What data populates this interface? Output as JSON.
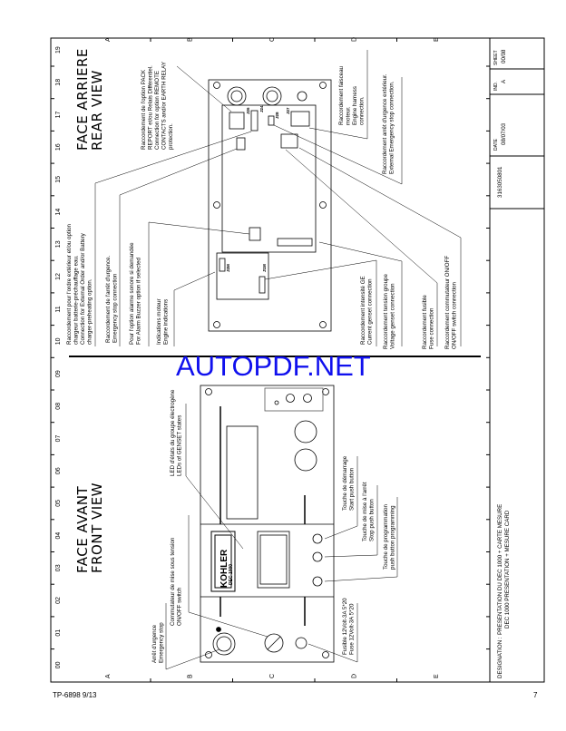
{
  "grid": {
    "columns": [
      "19",
      "18",
      "17",
      "16",
      "15",
      "14",
      "13",
      "12",
      "11",
      "10",
      "09",
      "08",
      "07",
      "06",
      "05",
      "04",
      "03",
      "02",
      "01",
      "00"
    ],
    "rows": [
      "A",
      "B",
      "C",
      "D",
      "E"
    ]
  },
  "watermark": "AUTOPDF.NET",
  "rear_view": {
    "title_fr": "FACE ARRIERE",
    "title_en": "REAR VIEW",
    "labels": [
      {
        "lines": [
          "Raccordement de l'option PACK",
          "REPORT et/ou Relais Différentiel.",
          "Connection for option REMOTE",
          "CONTACTS and/or EARTH RELAY",
          "protection."
        ]
      },
      {
        "lines": [
          "Raccordement faisceau",
          "moteur.",
          "Engine harness",
          "connection."
        ]
      },
      {
        "lines": [
          "Raccordement arrêt d'urgence extérieur.",
          "External Emergency stop connection."
        ]
      },
      {
        "lines": [
          "Raccordement pour l'ordre extérieur et/ou option",
          "chargeur batterie-préchauffage eau.",
          "Connection for External Order and/or Battery",
          "charger-preheating option."
        ]
      },
      {
        "lines": [
          "Raccordement de l'arrêt d'urgence.",
          "Emergency stop connection"
        ]
      },
      {
        "lines": [
          "Pour l'option alarme sonore si demandée",
          "For Alarm Buzzer option if selected"
        ]
      },
      {
        "lines": [
          "Indications moteur",
          "Engine indications"
        ]
      },
      {
        "lines": [
          "Raccordement intensité GE",
          "Current genset connection"
        ]
      },
      {
        "lines": [
          "Raccordement tension groupe",
          "Voltage genset connection"
        ]
      },
      {
        "lines": [
          "Raccordement fusible",
          "Fuse connection"
        ]
      },
      {
        "lines": [
          "Raccordement commutateur ON/OFF",
          "ON/OFF switch connection"
        ]
      }
    ],
    "connectors": [
      "J26",
      "J24",
      "J28",
      "J27",
      "J2M",
      "J1M"
    ]
  },
  "front_view": {
    "title_fr": "FACE AVANT",
    "title_en": "FRONT VIEW",
    "logo": "KOHLER DEC 1000",
    "labels": [
      {
        "lines": [
          "LED d'états du groupe électrogène",
          "LEDs of GENSET states"
        ]
      },
      {
        "lines": [
          "Touche de démarrage",
          "Start push button"
        ]
      },
      {
        "lines": [
          "Touche de mise à l'arrêt",
          "Stop push button"
        ]
      },
      {
        "lines": [
          "Touche de programmation",
          "push button programming"
        ]
      },
      {
        "lines": [
          "Fusible 12Volt-3A 5*20",
          "Fuse 12Volt-3A 5*20"
        ]
      },
      {
        "lines": [
          "Commutateur de mise sous tension",
          "ON/OFF switch"
        ]
      },
      {
        "lines": [
          "Arrêt d'urgence",
          "Emergency stop"
        ]
      }
    ]
  },
  "title_block": {
    "designation_label": "DESIGNATION :",
    "designation_fr": "PRESENTATION DU DEC 1000 + CARTE MESURE",
    "designation_en": "DEC 1000 PRESENTATION + MESURE CARD",
    "part_number": "3163050801",
    "date_label": "DATE",
    "date": "08/07/03",
    "ind_label": "IND.",
    "ind": "A",
    "sheet_label": "SHEET",
    "sheet": "00/08"
  },
  "footer": {
    "doc_ref": "TP-6898 9/13",
    "page": "7"
  }
}
